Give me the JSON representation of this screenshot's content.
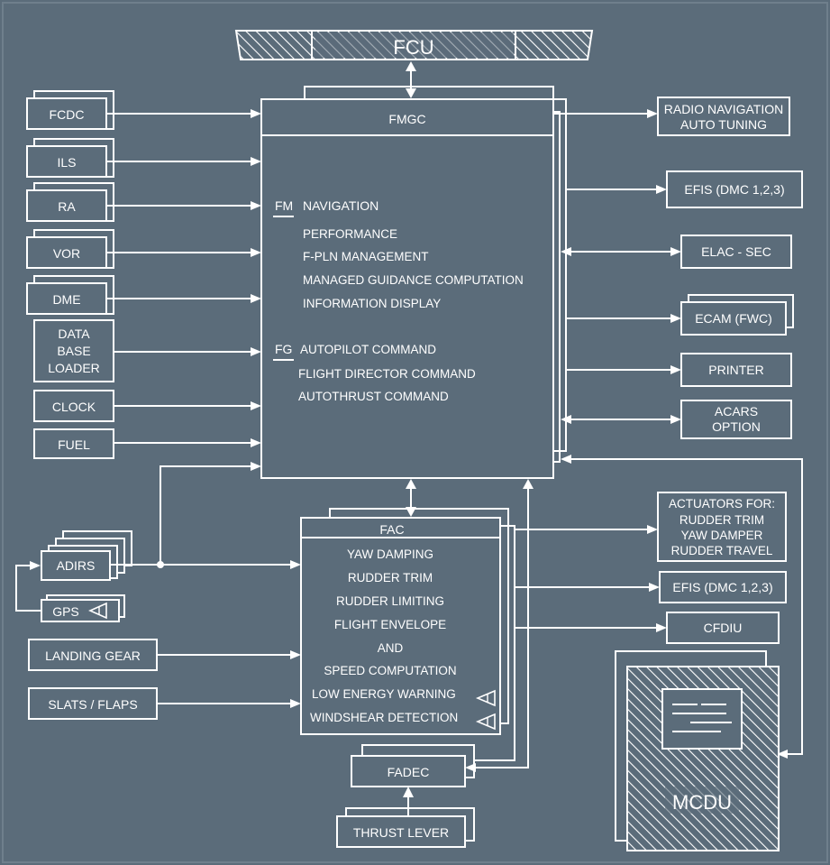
{
  "colors": {
    "background": "#5b6c7a",
    "line": "#ffffff"
  },
  "fcu": {
    "label": "FCU"
  },
  "fmgc": {
    "title": "FMGC",
    "fm_tag": "FM",
    "fm_items": [
      "NAVIGATION",
      "PERFORMANCE",
      "F-PLN MANAGEMENT",
      "MANAGED GUIDANCE COMPUTATION",
      "INFORMATION DISPLAY"
    ],
    "fg_tag": "FG",
    "fg_items": [
      "AUTOPILOT COMMAND",
      "FLIGHT DIRECTOR COMMAND",
      "AUTOTHRUST COMMAND"
    ]
  },
  "fac": {
    "title": "FAC",
    "items": [
      "YAW DAMPING",
      "RUDDER TRIM",
      "RUDDER LIMITING",
      "FLIGHT ENVELOPE",
      "AND",
      "SPEED COMPUTATION",
      "LOW ENERGY WARNING",
      "WINDSHEAR DETECTION"
    ]
  },
  "inputs": {
    "fcdc": "FCDC",
    "ils": "ILS",
    "ra": "RA",
    "vor": "VOR",
    "dme": "DME",
    "database_loader": [
      "DATA",
      "BASE",
      "LOADER"
    ],
    "clock": "CLOCK",
    "fuel": "FUEL",
    "adirs": "ADIRS",
    "gps": "GPS",
    "landing_gear": "LANDING GEAR",
    "slats_flaps": "SLATS / FLAPS",
    "thrust_lever": "THRUST LEVER"
  },
  "outputs": {
    "radio_nav": [
      "RADIO NAVIGATION",
      "AUTO TUNING"
    ],
    "efis_fmgc": "EFIS (DMC 1,2,3)",
    "elac_sec": "ELAC - SEC",
    "ecam": "ECAM (FWC)",
    "printer": "PRINTER",
    "acars": [
      "ACARS",
      "OPTION"
    ],
    "actuators": [
      "ACTUATORS FOR:",
      "RUDDER TRIM",
      "YAW DAMPER",
      "RUDDER TRAVEL"
    ],
    "efis_fac": "EFIS (DMC 1,2,3)",
    "cfdiu": "CFDIU",
    "fadec": "FADEC",
    "mcdu": "MCDU"
  }
}
